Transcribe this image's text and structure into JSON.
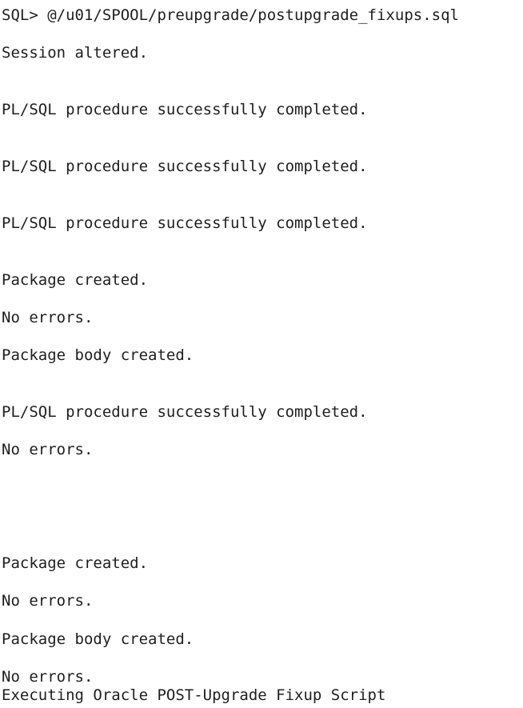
{
  "terminal": {
    "lines": [
      "SQL> @/u01/SPOOL/preupgrade/postupgrade_fixups.sql",
      "Session altered.",
      "PL/SQL procedure successfully completed.",
      "PL/SQL procedure successfully completed.",
      "PL/SQL procedure successfully completed.",
      "Package created.",
      "No errors.",
      "Package body created.",
      "PL/SQL procedure successfully completed.",
      "No errors.",
      "Package created.",
      "No errors.",
      "Package body created.",
      "No errors.",
      "Executing Oracle POST-Upgrade Fixup Script"
    ]
  }
}
